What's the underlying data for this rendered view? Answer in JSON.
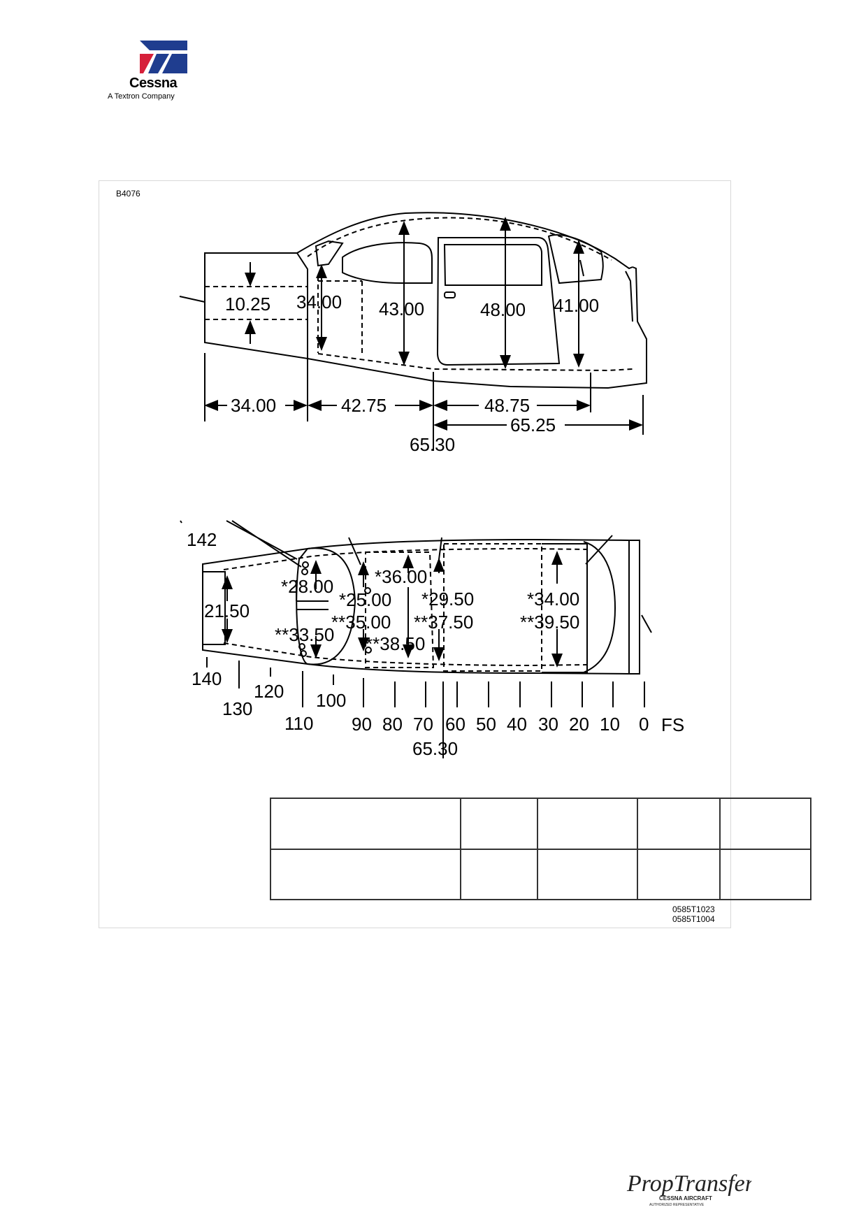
{
  "header": {
    "brand_name": "Cessna",
    "brand_tagline": "A Textron Company",
    "logo_colors": {
      "blue": "#1f3d8f",
      "red": "#d6203a"
    }
  },
  "figure": {
    "id_label": "B4076",
    "side_view": {
      "heights": [
        "10.25",
        "34.00",
        "43.00",
        "48.00",
        "41.00"
      ],
      "lengths": [
        "34.00",
        "42.75",
        "48.75",
        "65.25"
      ],
      "station_label": "65.30"
    },
    "top_view": {
      "width_labels": [
        "142",
        "21.50",
        "*28.00",
        "*25.00",
        "*36.00",
        "*29.50",
        "*34.00",
        "**33.50",
        "**35.00",
        "**37.50",
        "**38.50",
        "**39.50"
      ],
      "stations": [
        "140",
        "130",
        "120",
        "110",
        "100",
        "90",
        "80",
        "70",
        "60",
        "50",
        "40",
        "30",
        "20",
        "10",
        "0"
      ],
      "axis_label": "FS",
      "station_label": "65.30"
    },
    "codes": [
      "0585T1023",
      "0585T1004"
    ]
  },
  "footer": {
    "watermark_script": "PropTransfer",
    "watermark_sub1": "CESSNA AIRCRAFT",
    "watermark_sub2": "AUTHORIZED REPRESENTATIVE"
  }
}
